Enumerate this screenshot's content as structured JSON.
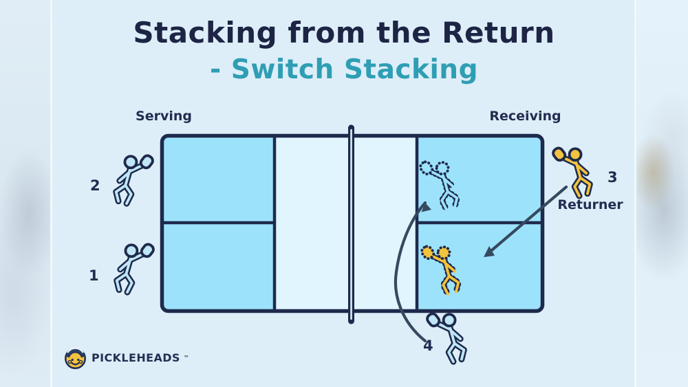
{
  "title": {
    "line1": "Stacking from the Return",
    "line2": "- Switch Stacking"
  },
  "court": {
    "serving_label": "Serving",
    "receiving_label": "Receiving"
  },
  "players": [
    {
      "number": "1",
      "color": "blue",
      "side": "serving",
      "position": "outside-left-baseline-bottom"
    },
    {
      "number": "2",
      "color": "blue",
      "side": "serving",
      "position": "outside-left-baseline-top"
    },
    {
      "number": "3",
      "color": "yellow",
      "side": "receiving",
      "position": "outside-right",
      "role_label": "Returner"
    },
    {
      "number": "4",
      "color": "blue",
      "side": "receiving",
      "position": "below-right-baseline"
    }
  ],
  "ghost_positions": [
    {
      "court_box": "receiving-top-box",
      "style": "dashed-outline",
      "holds_paddle": true
    },
    {
      "court_box": "receiving-bottom-box",
      "style": "dashed-yellow",
      "holds_paddle": true
    }
  ],
  "arrows": [
    {
      "type": "curved",
      "from": "player-4",
      "to": "receiving-top-box-ghost"
    },
    {
      "type": "straight",
      "from": "player-3",
      "to": "receiving-bottom-box-ghost"
    }
  ],
  "logo": {
    "text": "PICKLEHEADS",
    "tm": "™"
  },
  "colors": {
    "bg": "#ddeef8",
    "navy": "#1e2a4c",
    "teal": "#2f9eb4",
    "courtblue": "#9de2fb",
    "kitchen": "#e0f5fd",
    "playerblue": "#bfe6f7",
    "yellow": "#f2c33e",
    "arrow": "#35495f",
    "text": "#232c50"
  }
}
